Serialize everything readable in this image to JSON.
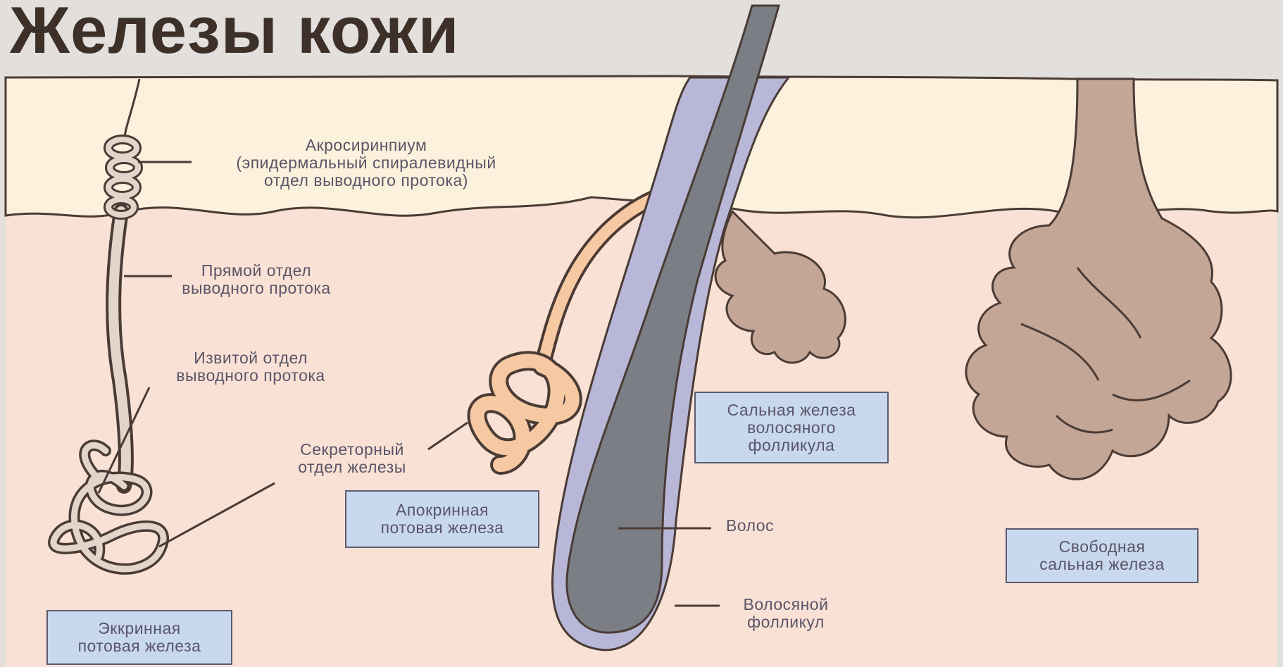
{
  "title": "Железы кожи",
  "labels": {
    "acrosyringium": "Акросиринпиум\n(эпидермальный спиралевидный\nотдел выводного протока)",
    "straight_duct": "Прямой отдел\nвыводного протока",
    "coiled_duct": "Извитой отдел\nвыводного протока",
    "secretory": "Секреторный\nотдел железы",
    "hair": "Волос",
    "hair_follicle": "Волосяной\nфолликул"
  },
  "boxes": {
    "eccrine": "Эккринная\nпотовая железа",
    "apocrine": "Апокринная\nпотовая железа",
    "sebaceous_follicle": "Сальная железа\nволосяного\nфолликула",
    "free_sebaceous": "Свободная\nсальная железа"
  },
  "colors": {
    "background": "#e2dfdc",
    "epidermis": "#fbf1dc",
    "dermis": "#f9e1d5",
    "hair": "#7b7e84",
    "follicle": "#b9b7d8",
    "sebaceous_gland": "#c4a696",
    "apocrine_gland": "#f7c9a2",
    "eccrine_gland": "#e3d5cc",
    "label_box": "#c8d8ee",
    "title": "#3d3029"
  }
}
